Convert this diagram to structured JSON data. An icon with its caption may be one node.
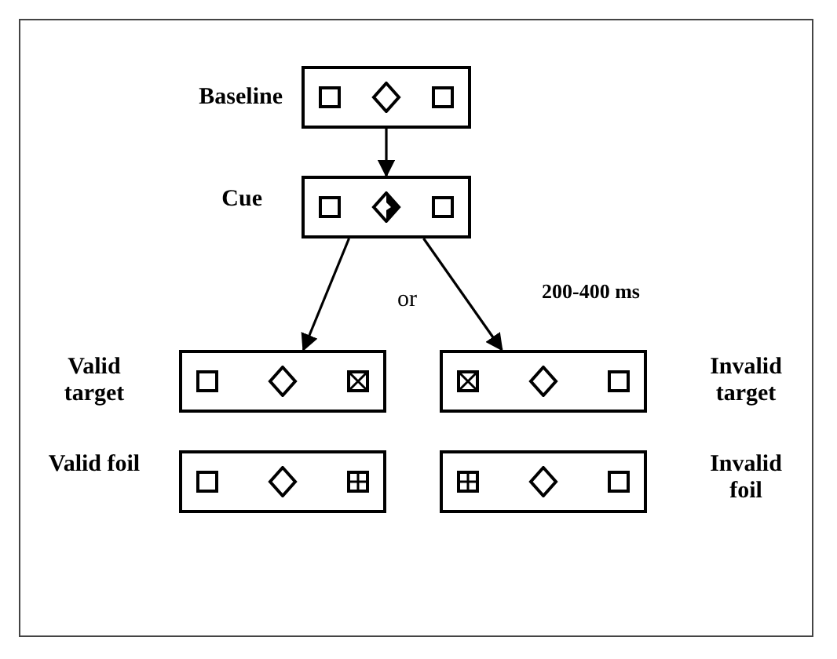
{
  "diagram": {
    "nodes": [
      {
        "text": [
          "Baseline"
        ]
      },
      {
        "text": [
          "Cue"
        ]
      },
      {
        "text": [
          "Valid target"
        ]
      },
      {
        "text": [
          "Invalid target"
        ]
      },
      {
        "text": [
          "Valid foil"
        ]
      },
      {
        "text": [
          "Invalid foil"
        ]
      }
    ],
    "edges": [
      {
        "from": 0,
        "to": 1,
        "arrow": "to"
      },
      {
        "from": 1,
        "to": 2,
        "arrow": "to"
      },
      {
        "from": 1,
        "to": 3,
        "arrow": "to"
      }
    ],
    "labels": [
      "or",
      "200-400 ms"
    ]
  }
}
